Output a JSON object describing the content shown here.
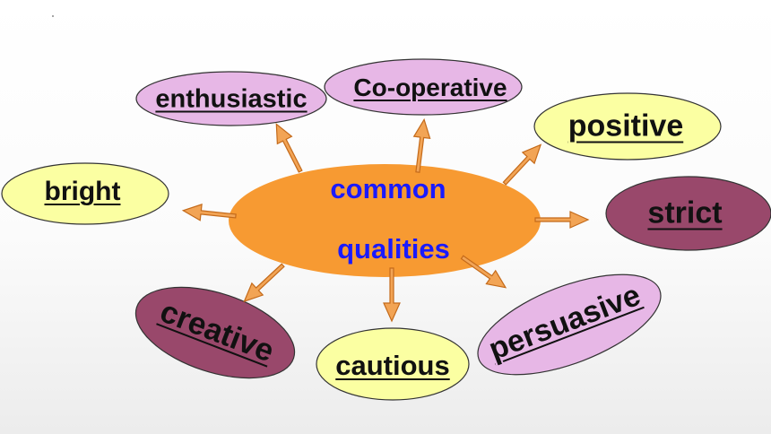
{
  "colors": {
    "center_fill": "#f79a32",
    "arrow_fill": "#f2a455",
    "arrow_stroke": "#c46a1a",
    "yellow_fill": "#fbffa2",
    "pink_fill": "#e7b7e6",
    "plum_fill": "#99486b",
    "outline": "#333333",
    "center_text": "#1a1aff"
  },
  "center": {
    "line1": "common",
    "line2": "qualities"
  },
  "qualities": [
    {
      "key": "enthusiastic",
      "label": "enthusiastic",
      "fill": "pink"
    },
    {
      "key": "cooperative",
      "label": "Co-operative",
      "fill": "pink"
    },
    {
      "key": "positive",
      "label": "positive",
      "fill": "yellow"
    },
    {
      "key": "bright",
      "label": "bright",
      "fill": "yellow"
    },
    {
      "key": "strict",
      "label": "strict",
      "fill": "plum"
    },
    {
      "key": "creative",
      "label": "creative",
      "fill": "plum"
    },
    {
      "key": "cautious",
      "label": "cautious",
      "fill": "yellow"
    },
    {
      "key": "persuasive",
      "label": "persuasive",
      "fill": "pink"
    }
  ]
}
